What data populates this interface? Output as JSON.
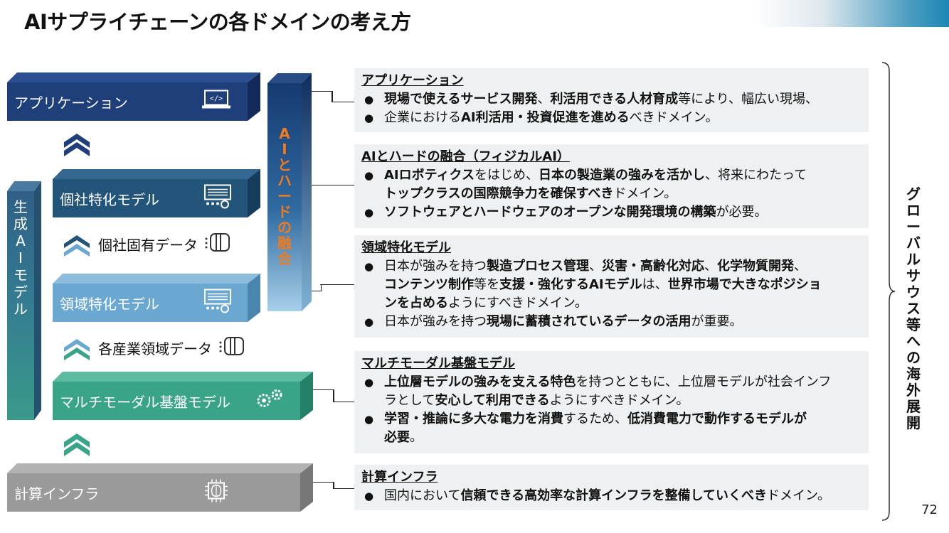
{
  "title": "AIサプライチェーンの各ドメインの考え方",
  "page_number": "72",
  "layers": {
    "application": "アプリケーション",
    "company_model": "個社特化モデル",
    "company_data": "個社固有データ",
    "domain_model": "領域特化モデル",
    "domain_data": "各産業領域データ",
    "multimodal": "マルチモーダル基盤モデル",
    "compute": "計算インフラ"
  },
  "vertical_gen_ai": [
    "生",
    "成",
    "A",
    "I",
    "モ",
    "デ",
    "ル"
  ],
  "vertical_ai_hard": [
    "A",
    "I",
    "と",
    "ハ",
    "ー",
    "ド",
    "の",
    "融",
    "合"
  ],
  "vertical_global": [
    "グ",
    "ロ",
    "ー",
    "バ",
    "ル",
    "サ",
    "ウ",
    "ス",
    "等",
    "へ",
    "の",
    "海",
    "外",
    "展",
    "開"
  ],
  "boxes": {
    "app": {
      "heading": "アプリケーション",
      "b1": [
        "現場で使えるサービス開発",
        "、",
        "利活用できる人材育成",
        "等により、幅広い現場、"
      ],
      "b1_line2": [
        "企業における",
        "AI利活用・投資促進を進める",
        "べきドメイン。"
      ]
    },
    "fusion": {
      "heading": "AIとハードの融合（フィジカルAI）",
      "b1": [
        "AIロボティクス",
        "をはじめ、",
        "日本の製造業の強みを活かし",
        "、将来にわたって"
      ],
      "b1_line2": [
        "トップクラスの国際競争力を確保すべき",
        "ドメイン。"
      ],
      "b2": [
        "ソフトウェアとハードウェアのオープンな開発環境の構築",
        "が必要。"
      ]
    },
    "domain": {
      "heading": "領域特化モデル",
      "b1": [
        "日本が強みを持つ",
        "製造プロセス管理",
        "、",
        "災害・高齢化対応",
        "、",
        "化学物質開発",
        "、"
      ],
      "b1_line2": [
        "コンテンツ制作",
        "等を",
        "支援・強化するAIモデル",
        "は、",
        "世界市場で大きなポジショ"
      ],
      "b1_line3": [
        "ンを占める",
        "ようにすべきドメイン。"
      ],
      "b2": [
        "日本が強みを持つ",
        "現場に蓄積されているデータの活用",
        "が重要。"
      ]
    },
    "multi": {
      "heading": "マルチモーダル基盤モデル",
      "b1": [
        "上位層モデルの強みを支える特色",
        "を持つとともに、上位層モデルが社会インフ"
      ],
      "b1_line2": [
        "ラとして",
        "安心して利用できる",
        "ようにすべきドメイン。"
      ],
      "b2": [
        "学習・推論に多大な電力を消費",
        "するため、",
        "低消費電力で動作するモデルが"
      ],
      "b2_line2": [
        "必要",
        "。"
      ]
    },
    "compute": {
      "heading": "計算インフラ",
      "b1": [
        "国内において",
        "信頼できる高効率な計算インフラを整備していくべき",
        "ドメイン。"
      ]
    }
  },
  "colors": {
    "app": "#1f3f7a",
    "company": "#23557a",
    "domain": "#6aa7d1",
    "multimodal": "#3aa489",
    "compute": "#9a9a9a",
    "accent_orange": "#f07a1e",
    "box_bg": "#eef0f1"
  },
  "icons": {
    "app": "code-laptop-icon",
    "company": "server-gear-icon",
    "domain": "server-gear-icon",
    "multimodal": "gears-icon",
    "compute": "brain-chip-icon",
    "data": "database-icon",
    "chevron": "double-chevron-up-icon"
  }
}
